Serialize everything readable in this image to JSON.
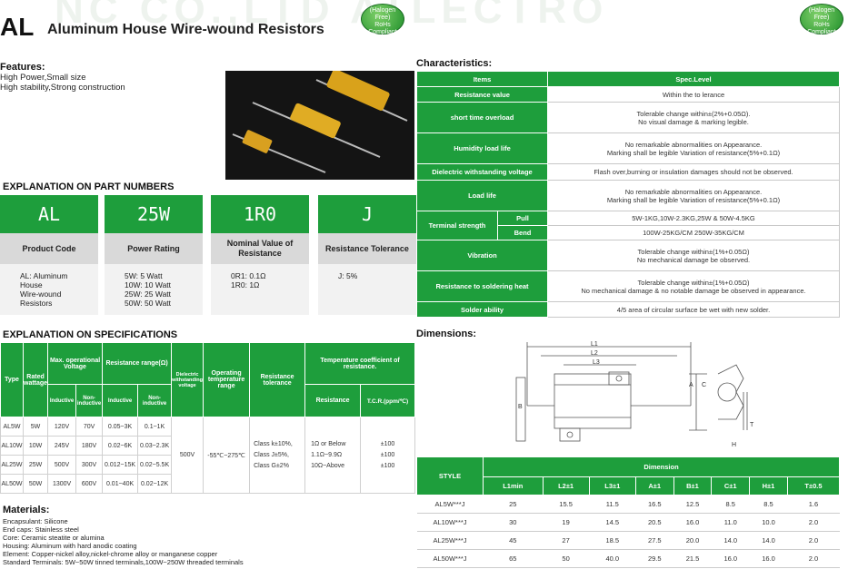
{
  "watermark": "NC CO.,LTD ATLECTRO",
  "header": {
    "code": "AL",
    "title": "Aluminum House Wire-wound Resistors",
    "badge_lines": [
      "(Halogen Free)",
      "RoHs",
      "Compliant"
    ]
  },
  "features": {
    "heading": "Features:",
    "lines": [
      "High Power,Small size",
      "High stability,Strong construction"
    ]
  },
  "part_numbers": {
    "heading": "EXPLANATION ON PART NUMBERS",
    "boxes": [
      {
        "code": "AL",
        "label": "Product Code",
        "desc": [
          "AL: Aluminum",
          "House",
          "Wire-wound",
          "Resistors"
        ]
      },
      {
        "code": "25W",
        "label": "Power Rating",
        "desc": [
          "5W: 5 Watt",
          "10W: 10 Watt",
          "25W: 25 Watt",
          "50W: 50 Watt"
        ]
      },
      {
        "code": "1R0",
        "label": "Nominal Value of Resistance",
        "desc": [
          "0R1: 0.1Ω",
          "1R0: 1Ω"
        ]
      },
      {
        "code": "J",
        "label": "Resistance Tolerance",
        "desc": [
          "J: 5%"
        ]
      }
    ]
  },
  "specifications": {
    "heading": "EXPLANATION ON SPECIFICATIONS",
    "headers": {
      "type": "Type",
      "rated": "Rated wattage",
      "max_voltage": "Max. operational Voltage",
      "res_range": "Resistance range(Ω)",
      "dielectric": "Dielectric withstanding voltage",
      "op_temp": "Operating temperature range",
      "tolerance": "Resistance tolerance",
      "tcr_group": "Temperature coefficient of resistance.",
      "inductive": "Inductive",
      "non_inductive": "Non-inductive",
      "resistance": "Resistance",
      "tcr": "T.C.R.(ppm/℃)"
    },
    "rows": [
      {
        "type": "AL5W",
        "watt": "5W",
        "v_ind": "120V",
        "v_non": "70V",
        "r_ind": "0.05~3K",
        "r_non": "0.1~1K"
      },
      {
        "type": "AL10W",
        "watt": "10W",
        "v_ind": "245V",
        "v_non": "180V",
        "r_ind": "0.02~6K",
        "r_non": "0.03~2.3K"
      },
      {
        "type": "AL25W",
        "watt": "25W",
        "v_ind": "500V",
        "v_non": "300V",
        "r_ind": "0.012~15K",
        "r_non": "0.02~5.5K"
      },
      {
        "type": "AL50W",
        "watt": "50W",
        "v_ind": "1300V",
        "v_non": "600V",
        "r_ind": "0.01~40K",
        "r_non": "0.02~12K"
      }
    ],
    "dielectric": "500V",
    "op_temp": "-55℃~275℃",
    "tolerance": [
      "Class k±10%,",
      "Class J±5%,",
      "Class G±2%"
    ],
    "resistance": [
      "1Ω or Below",
      "1.1Ω~9.9Ω",
      "10Ω~Above"
    ],
    "tcr": [
      "±100",
      "±100",
      "±100"
    ]
  },
  "materials": {
    "heading": "Materials:",
    "lines": [
      "Encapsulant: Silicone",
      "End caps: Stainless steel",
      "Core: Ceramic steatite or alumina",
      "Housing: Aluminum with hard anodic coating",
      "Element: Copper-nickel alloy,nickel-chrome alloy or manganese copper",
      "Standard Terminals: 5W~50W tinned terminals,100W~250W threaded terminals"
    ]
  },
  "characteristics": {
    "heading": "Characteristics:",
    "col_items": "Items",
    "col_spec": "Spec.Level",
    "rows": [
      {
        "item": "Resistance value",
        "spec": [
          "Within the to lerance"
        ]
      },
      {
        "item": "short time overload",
        "spec": [
          "Tolerable change within±(2%+0.05Ω).",
          "No visual damage & marking legible."
        ]
      },
      {
        "item": "Humidity load life",
        "spec": [
          "No remarkable abnormalities on Appearance.",
          "Marking shall be legible Variation of resistance(5%+0.1Ω)"
        ]
      },
      {
        "item": "Dielectric withstanding voltage",
        "spec": [
          "Flash over,burning or insulation damages should not be observed."
        ]
      },
      {
        "item": "Load life",
        "spec": [
          "No remarkable abnormalities on Appearance.",
          "Marking shall be legible Variation of resistance(5%+0.1Ω)"
        ]
      },
      {
        "item": "Terminal strength",
        "sub": [
          {
            "name": "Pull",
            "spec": "5W-1KG,10W-2.3KG,25W & 50W-4.5KG"
          },
          {
            "name": "Bend",
            "spec": "100W-25KG/CM  250W-35KG/CM"
          }
        ]
      },
      {
        "item": "Vibration",
        "spec": [
          "Tolerable change within±(1%+0.05Ω)",
          "No mechanical damage be observed."
        ]
      },
      {
        "item": "Resistance to soldering heat",
        "spec": [
          "Tolerable change within±(1%+0.05Ω)",
          "No mechanical damage & no notable damage be observed in appearance."
        ]
      },
      {
        "item": "Solder ability",
        "spec": [
          "4/5 area of circular surface be wet with new solder."
        ]
      }
    ]
  },
  "dimensions": {
    "heading": "Dimensions:",
    "drawing_labels": {
      "l1": "L1",
      "l2": "L2",
      "l3": "L3",
      "a": "A",
      "c": "C",
      "b": "B",
      "t": "T",
      "h": "H"
    },
    "table": {
      "style": "STYLE",
      "dimension": "Dimension",
      "cols": [
        "L1min",
        "L2±1",
        "L3±1",
        "A±1",
        "B±1",
        "C±1",
        "H±1",
        "T±0.5"
      ],
      "rows": [
        {
          "style": "AL5W***J",
          "vals": [
            "25",
            "15.5",
            "11.5",
            "16.5",
            "12.5",
            "8.5",
            "8.5",
            "1.6"
          ]
        },
        {
          "style": "AL10W***J",
          "vals": [
            "30",
            "19",
            "14.5",
            "20.5",
            "16.0",
            "11.0",
            "10.0",
            "2.0"
          ]
        },
        {
          "style": "AL25W***J",
          "vals": [
            "45",
            "27",
            "18.5",
            "27.5",
            "20.0",
            "14.0",
            "14.0",
            "2.0"
          ]
        },
        {
          "style": "AL50W***J",
          "vals": [
            "65",
            "50",
            "40.0",
            "29.5",
            "21.5",
            "16.0",
            "16.0",
            "2.0"
          ]
        }
      ]
    }
  },
  "colors": {
    "green": "#1e9e3c",
    "gold": "#d9a21b"
  }
}
